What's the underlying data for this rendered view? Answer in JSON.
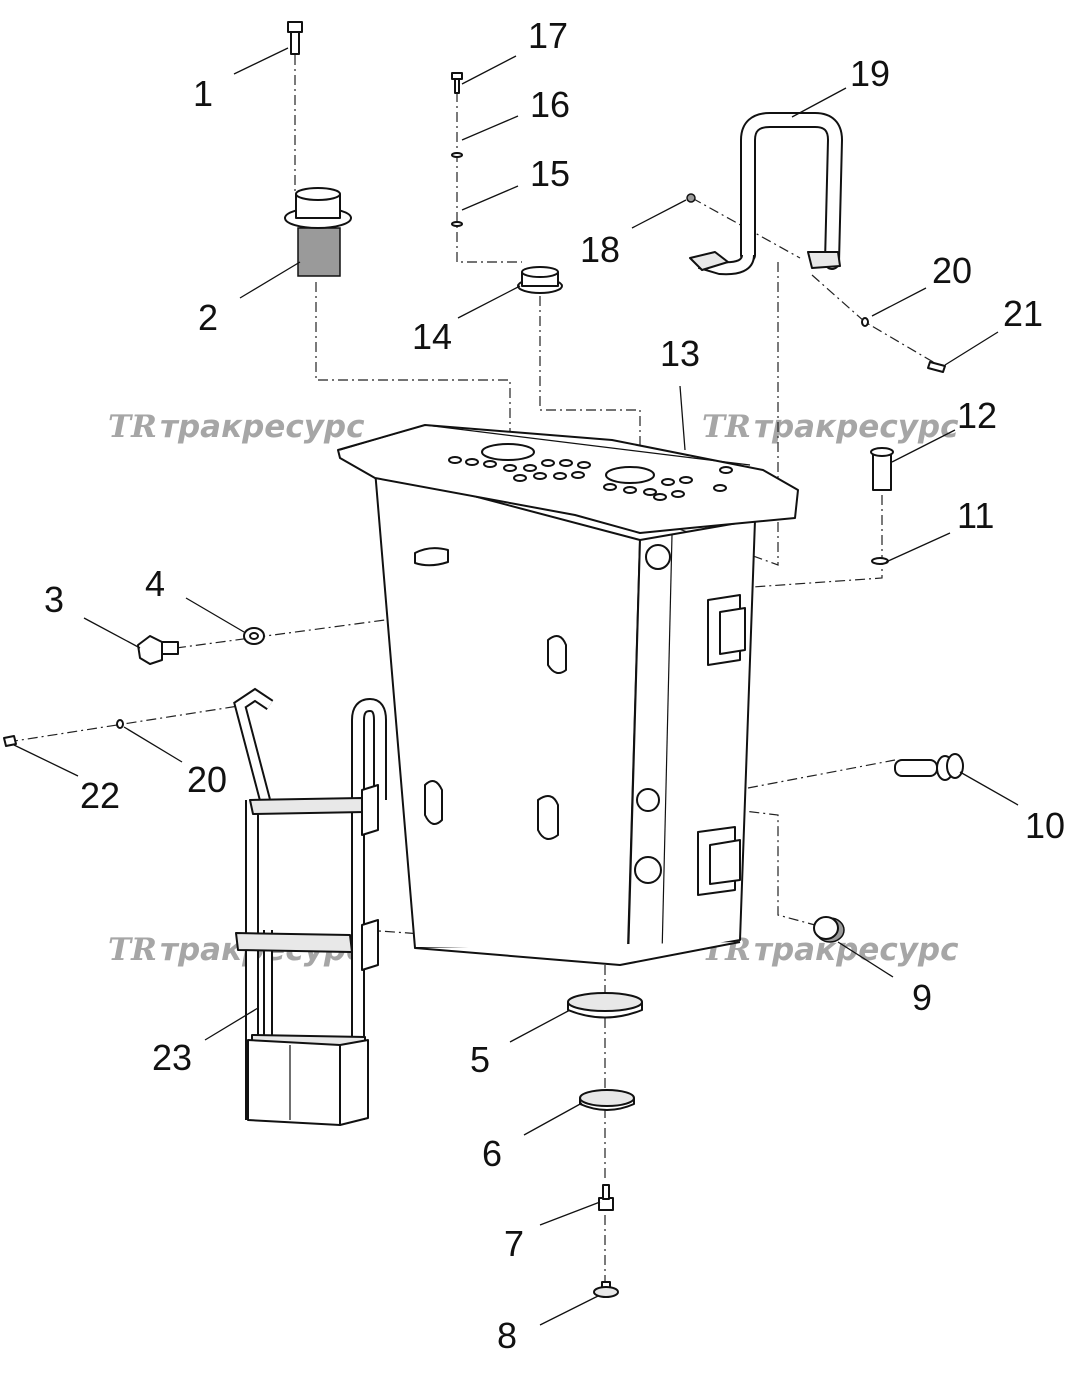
{
  "watermark": {
    "logo": "TR",
    "text": "тракресурс"
  },
  "callouts": [
    {
      "id": "c1",
      "label": "1"
    },
    {
      "id": "c2",
      "label": "2"
    },
    {
      "id": "c3",
      "label": "3"
    },
    {
      "id": "c4",
      "label": "4"
    },
    {
      "id": "c5",
      "label": "5"
    },
    {
      "id": "c6",
      "label": "6"
    },
    {
      "id": "c7",
      "label": "7"
    },
    {
      "id": "c8",
      "label": "8"
    },
    {
      "id": "c9",
      "label": "9"
    },
    {
      "id": "c10",
      "label": "10"
    },
    {
      "id": "c11",
      "label": "11"
    },
    {
      "id": "c12",
      "label": "12"
    },
    {
      "id": "c13",
      "label": "13"
    },
    {
      "id": "c14",
      "label": "14"
    },
    {
      "id": "c15",
      "label": "15"
    },
    {
      "id": "c16",
      "label": "16"
    },
    {
      "id": "c17",
      "label": "17"
    },
    {
      "id": "c18",
      "label": "18"
    },
    {
      "id": "c19",
      "label": "19"
    },
    {
      "id": "c20a",
      "label": "20"
    },
    {
      "id": "c20b",
      "label": "20"
    },
    {
      "id": "c21",
      "label": "21"
    },
    {
      "id": "c22",
      "label": "22"
    },
    {
      "id": "c23",
      "label": "23"
    }
  ]
}
